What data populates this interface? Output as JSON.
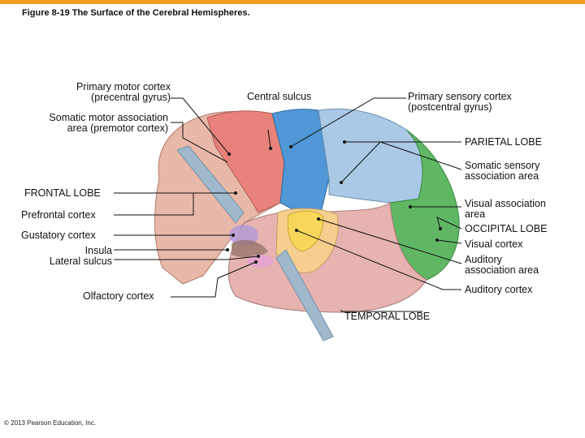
{
  "figure_title": "Figure 8-19  The Surface of the Cerebral Hemispheres.",
  "copyright": "© 2013 Pearson Education, Inc.",
  "colors": {
    "accent": "#f39c1f",
    "frontal_lobe": "#e8b8a8",
    "primary_motor": "#e8827a",
    "primary_sensory": "#4f97d6",
    "somatic_sensory_association": "#a9c9e6",
    "visual_association": "#5fb764",
    "temporal_lobe": "#e6b3b0",
    "auditory_cortex": "#f7d65a",
    "auditory_association": "#f6cf8e",
    "gustatory": "#b49bd6",
    "insula": "#8f6d5f",
    "olfactory": "#e4a3d2",
    "cerebellum_area": "#d6a79a",
    "sulcus_strip": "#9fb8cc",
    "leader_line": "#111111"
  },
  "labels": {
    "primary_motor": [
      "Primary motor cortex",
      "(precentral gyrus)"
    ],
    "central_sulcus": "Central sulcus",
    "primary_sensory": [
      "Primary sensory cortex",
      "(postcentral gyrus)"
    ],
    "somatic_motor_assoc": [
      "Somatic motor association",
      "area (premotor cortex)"
    ],
    "parietal_lobe": "PARIETAL LOBE",
    "somatic_sensory_assoc": [
      "Somatic sensory",
      "association area"
    ],
    "frontal_lobe": "FRONTAL LOBE",
    "visual_assoc": [
      "Visual association",
      "area"
    ],
    "prefrontal": "Prefrontal cortex",
    "occipital_lobe": "OCCIPITAL LOBE",
    "gustatory": "Gustatory cortex",
    "visual_cortex": "Visual cortex",
    "insula": "Insula",
    "lateral_sulcus": "Lateral sulcus",
    "auditory_assoc": [
      "Auditory",
      "association area"
    ],
    "olfactory": "Olfactory cortex",
    "auditory_cortex": "Auditory cortex",
    "temporal_lobe": "TEMPORAL LOBE"
  }
}
